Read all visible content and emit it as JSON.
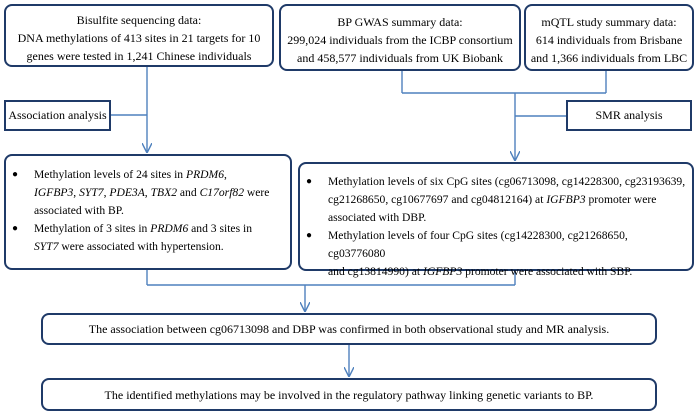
{
  "boxes": {
    "bisulfite": {
      "line1": "Bisulfite sequencing data:",
      "line2": "DNA methylations of 413 sites in 21 targets for 10",
      "line3": "genes were tested in 1,241 Chinese individuals"
    },
    "gwas": {
      "line1": "BP GWAS summary data:",
      "line2": "299,024 individuals from the ICBP consortium",
      "line3": "and 458,577 individuals from UK Biobank"
    },
    "mqtl": {
      "line1": "mQTL study summary data:",
      "line2": "614 individuals from Brisbane",
      "line3": "and 1,366 individuals from LBC"
    },
    "association_analysis": "Association analysis",
    "smr_analysis": "SMR analysis",
    "left_results": {
      "b1_a": "Methylation levels of 24 sites in ",
      "b1_g1": "PRDM6",
      "b1_s1": ",",
      "b1_g2": "IGFBP3",
      "b1_s2": ", ",
      "b1_g3": "SYT7",
      "b1_s3": ", ",
      "b1_g4": "PDE3A",
      "b1_s4": ", ",
      "b1_g5": "TBX2",
      "b1_s5": " and ",
      "b1_g6": "C17orf82",
      "b1_s6": " were",
      "b1_line3": "associated with BP.",
      "b2_a": "Methylation of 3 sites in ",
      "b2_g1": "PRDM6",
      "b2_s1": " and 3 sites in",
      "b2_g2": "SYT7",
      "b2_s2": " were associated with hypertension."
    },
    "right_results": {
      "b1_line1": "Methylation levels of six CpG sites (cg06713098, cg14228300, cg23193639,",
      "b1_line2a": "cg21268650, cg10677697 and cg04812164) at ",
      "b1_gene": "IGFBP3",
      "b1_line2b": " promoter were",
      "b1_line3": "associated with DBP.",
      "b2_line1": "Methylation levels of four CpG sites (cg14228300, cg21268650, cg03776080",
      "b2_line2a": "and cg13814990) at ",
      "b2_gene": "IGFBP3",
      "b2_line2b": " promoter were associated with SBP."
    },
    "confirmation": "The association between cg06713098 and DBP was confirmed in both observational study and MR analysis.",
    "conclusion": "The identified methylations may be involved in the regulatory pathway linking genetic variants to BP."
  },
  "bullet_glyph": "●",
  "colors": {
    "border": "#1f3a68",
    "arrow": "#4f81bd"
  }
}
